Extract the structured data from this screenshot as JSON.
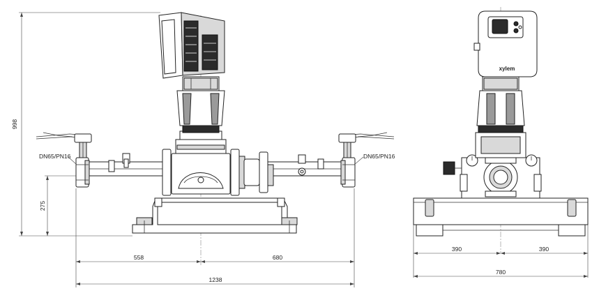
{
  "front_view": {
    "dimensions": {
      "overall_height": "998",
      "inlet_height": "275",
      "left_to_center": "558",
      "center_to_right": "680",
      "overall_length": "1238"
    },
    "flange_label_left": "DN65/PN16",
    "flange_label_right": "DN65/PN16"
  },
  "side_view": {
    "brand_text": "xylem",
    "dimensions": {
      "half_left": "390",
      "half_right": "390",
      "overall_width": "780"
    }
  }
}
